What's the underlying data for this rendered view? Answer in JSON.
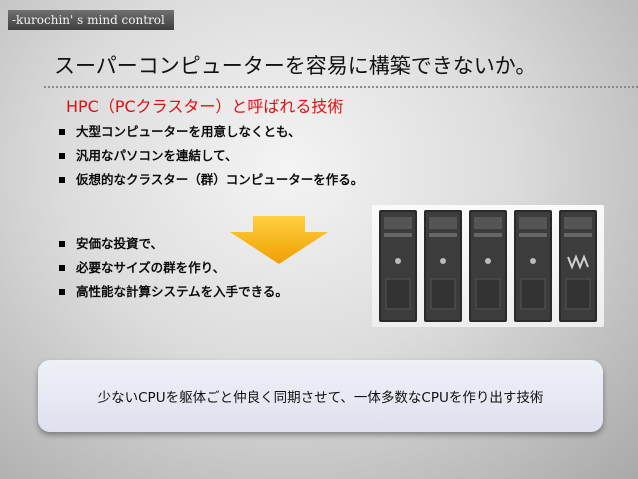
{
  "header": {
    "brand": "-kurochin' s mind control",
    "title": "スーパーコンピューターを容易に構築できないか。",
    "subtitle": "HPC（PCクラスター）と呼ばれる技術"
  },
  "bullets_top": [
    "大型コンピューターを用意しなくとも、",
    "汎用なパソコンを連結して、",
    "仮想的なクラスター（群）コンピューターを作る。"
  ],
  "bullets_bottom": [
    "安価な投資で、",
    "必要なサイズの群を作り、",
    "高性能な計算システムを入手できる。"
  ],
  "callout": {
    "text": "少ないCPUを躯体ごと仲良く同期させて、一体多数なCPUを作り出す技術"
  },
  "colors": {
    "subtitle": "#e01010",
    "arrow": "#f0a800",
    "callout_bg": "#e6e8f2"
  },
  "icons": {
    "bullet": "square-bullet-icon",
    "arrow": "down-arrow-icon",
    "servers": "desktop-tower-pc-icon"
  }
}
